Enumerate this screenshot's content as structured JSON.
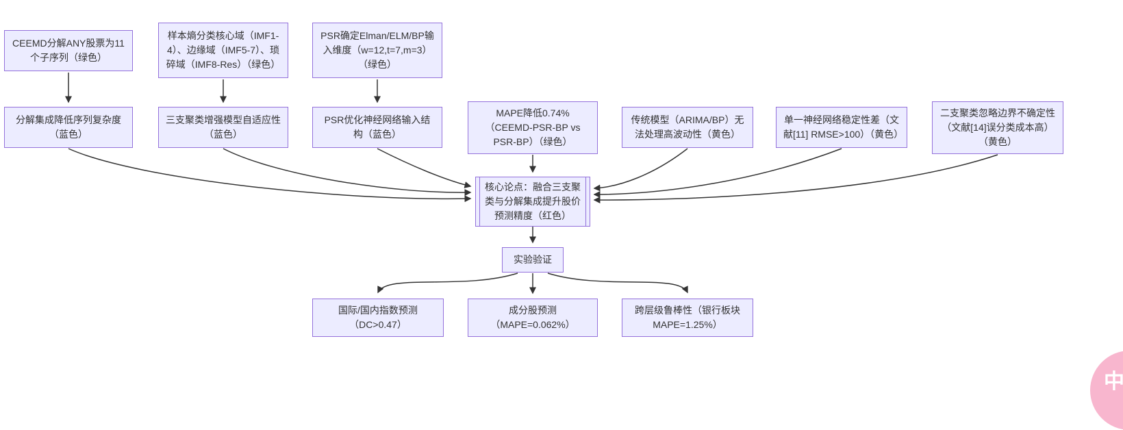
{
  "diagram": {
    "nodes": [
      {
        "id": "A",
        "label": "CEEMD分解ANY股票为11个子序列（绿色）"
      },
      {
        "id": "B",
        "label": "样本熵分类核心域（IMF1-4）、边缘域（IMF5-7）、琐碎域（IMF8-Res）（绿色）"
      },
      {
        "id": "C",
        "label": "PSR确定Elman/ELM/BP输入维度（w=12,t=7,m=3）（绿色）"
      },
      {
        "id": "D",
        "label": "分解集成降低序列复杂度（蓝色）"
      },
      {
        "id": "E",
        "label": "三支聚类增强模型自适应性（蓝色）"
      },
      {
        "id": "F",
        "label": "PSR优化神经网络输入结构（蓝色）"
      },
      {
        "id": "G",
        "label": "MAPE降低0.74%（CEEMD-PSR-BP vs PSR-BP）（绿色）"
      },
      {
        "id": "H",
        "label": "传统模型（ARIMA/BP）无法处理高波动性（黄色）"
      },
      {
        "id": "I",
        "label": "单一神经网络稳定性差（文献[11] RMSE>100）（黄色）"
      },
      {
        "id": "J",
        "label": "二支聚类忽略边界不确定性（文献[14]误分类成本高）（黄色）"
      },
      {
        "id": "K",
        "label": "核心论点：融合三支聚类与分解集成提升股价预测精度（红色）"
      },
      {
        "id": "L",
        "label": "实验验证"
      },
      {
        "id": "M",
        "label": "国际/国内指数预测（DC>0.47）"
      },
      {
        "id": "N",
        "label": "成分股预测（MAPE=0.062%）"
      },
      {
        "id": "O",
        "label": "跨层级鲁棒性（银行板块 MAPE=1.25%）"
      }
    ],
    "edges": [
      {
        "from": "A",
        "to": "D"
      },
      {
        "from": "B",
        "to": "E"
      },
      {
        "from": "C",
        "to": "F"
      },
      {
        "from": "D",
        "to": "K"
      },
      {
        "from": "E",
        "to": "K"
      },
      {
        "from": "F",
        "to": "K"
      },
      {
        "from": "G",
        "to": "K"
      },
      {
        "from": "H",
        "to": "K"
      },
      {
        "from": "I",
        "to": "K"
      },
      {
        "from": "J",
        "to": "K"
      },
      {
        "from": "K",
        "to": "L"
      },
      {
        "from": "L",
        "to": "M"
      },
      {
        "from": "L",
        "to": "N"
      },
      {
        "from": "L",
        "to": "O"
      }
    ],
    "colors": {
      "node_fill": "#ECECFF",
      "node_border": "#9370DB",
      "edge": "#333333",
      "text": "#333333"
    }
  },
  "float_button": {
    "label": "中A",
    "background": "#F8B6CE"
  }
}
